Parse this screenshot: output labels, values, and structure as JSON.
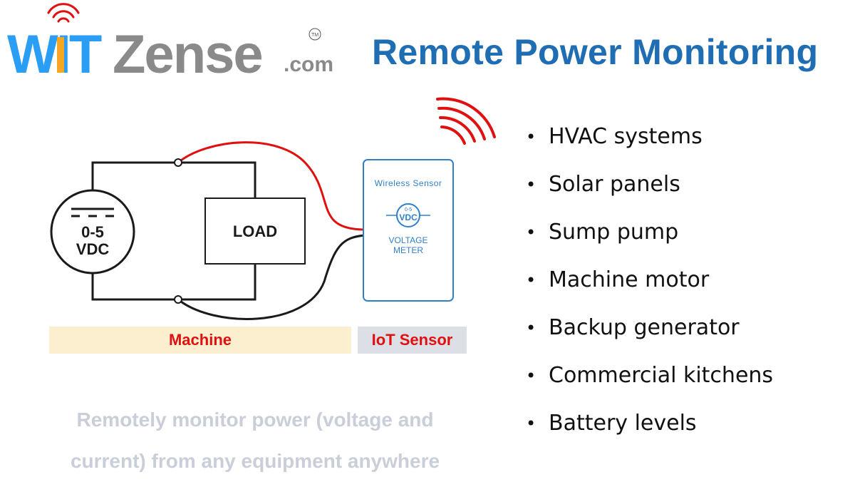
{
  "logo": {
    "part1": "WIT",
    "part2": "Zense",
    "suffix": ".com",
    "tm": "TM"
  },
  "title": "Remote Power Monitoring",
  "diagram": {
    "source_line1": "0-5",
    "source_line2": "VDC",
    "load": "LOAD",
    "sensor_title": "Wireless Sensor",
    "meter_range": "0-5",
    "meter_unit": "VDC",
    "meter_line1": "VOLTAGE",
    "meter_line2": "METER",
    "label_machine": "Machine",
    "label_sensor": "IoT Sensor"
  },
  "bullets": [
    "HVAC systems",
    "Solar panels",
    "Sump pump",
    "Machine motor",
    "Backup generator",
    "Commercial kitchens",
    "Battery levels"
  ],
  "bullet_symbol": "•",
  "caption": {
    "line1": "Remotely monitor power (voltage and",
    "line2": "current) from any equipment anywhere"
  },
  "colors": {
    "title": "#1f6db3",
    "logo_blue": "#2a9df4",
    "logo_orange": "#f5a623",
    "logo_grey": "#8a8a8a",
    "wire_red": "#e01010",
    "wire_black": "#1a1a1a",
    "sensor_border": "#2f80c9",
    "machine_bg": "#fcefcf",
    "sensor_bg": "#dcdfe6",
    "caption": "#c9ced9"
  }
}
